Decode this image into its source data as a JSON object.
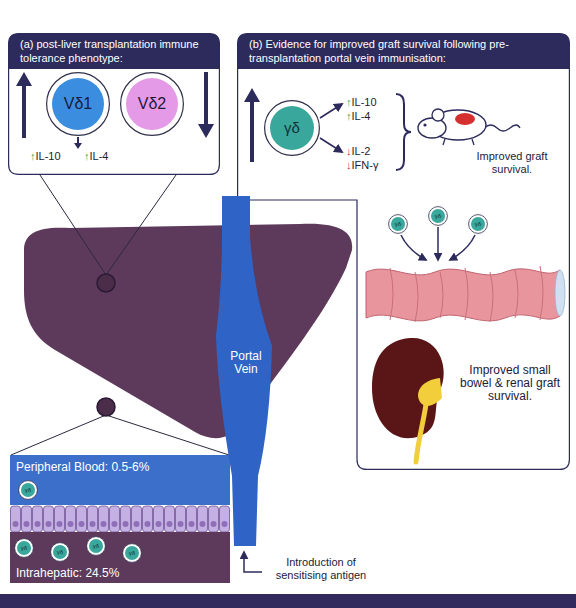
{
  "diagram": {
    "nodes": [
      {
        "text": [
          "(a) post-liver transplantation immune tolerance phenotype:"
        ]
      },
      {
        "text": [
          "Vδ1"
        ],
        "in": 0
      },
      {
        "text": [
          "Vδ2"
        ],
        "in": 0
      },
      {
        "text": [
          "(b) Evidence for improved graft survival following pre-transplantation portal vein immunisation:"
        ]
      },
      {
        "text": [
          "γδ"
        ],
        "in": 3
      },
      {
        "text": [
          "γδ"
        ],
        "in": 3
      },
      {
        "text": [
          "γδ"
        ],
        "in": 3
      },
      {
        "text": [
          "γδ"
        ],
        "in": 3
      },
      {
        "text": [
          "Portal Vein"
        ]
      },
      {
        "text": [
          "Peripheral Blood: 0.5-6%",
          "Intrahepatic: 24.5%"
        ]
      },
      {
        "text": [
          "γδ"
        ],
        "in": 9
      },
      {
        "text": [
          "γδ"
        ],
        "in": 9
      },
      {
        "text": [
          "γδ"
        ],
        "in": 9
      },
      {
        "text": [
          "γδ"
        ],
        "in": 9
      },
      {
        "text": [
          "γδ"
        ],
        "in": 9
      }
    ],
    "labels": [
      "↑IL-10",
      "↑IL-4",
      "↑IL-10",
      "↑IL-4",
      "↓IL-2",
      "↓IFN-γ",
      "Improved graft survival.",
      "Improved small bowel & renal graft survival.",
      "Introduction of sensitising antigen"
    ]
  }
}
